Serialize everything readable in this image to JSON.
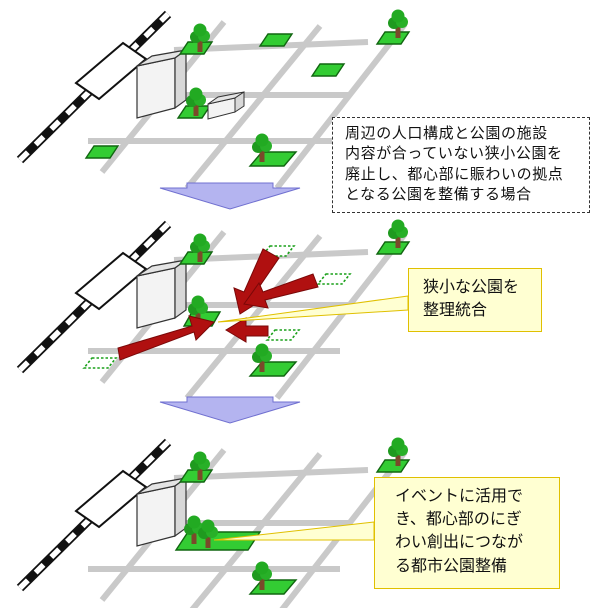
{
  "colors": {
    "road": "#c9c9c9",
    "park_fill": "#33cc33",
    "park_stroke": "#116611",
    "tree": "#22aa22",
    "trunk": "#7a4a2a",
    "building": "#eeeeee",
    "arrow": "#b01010",
    "down_arrow": "#b4b4f0",
    "callout_fill": "#ffffd2",
    "callout_border": "#e0c000"
  },
  "icons": [
    "railway-track",
    "park-tree-icon",
    "park-plot",
    "building-block",
    "merge-arrow",
    "transition-down-arrow"
  ],
  "panels": [
    {
      "name": "before",
      "note_lines": [
        "周辺の人口構成と公園の施設",
        "内容が合っていない狭小公園を",
        "廃止し、都心部に賑わいの拠点",
        "となる公園を整備する場合"
      ]
    },
    {
      "name": "consolidate",
      "callout_lines": [
        "狭小な公園を",
        "整理統合"
      ]
    },
    {
      "name": "after",
      "callout_lines": [
        "イベントに活用で",
        "き、都心部のにぎ",
        "わい創出につなが",
        "る都市公園整備"
      ]
    }
  ]
}
